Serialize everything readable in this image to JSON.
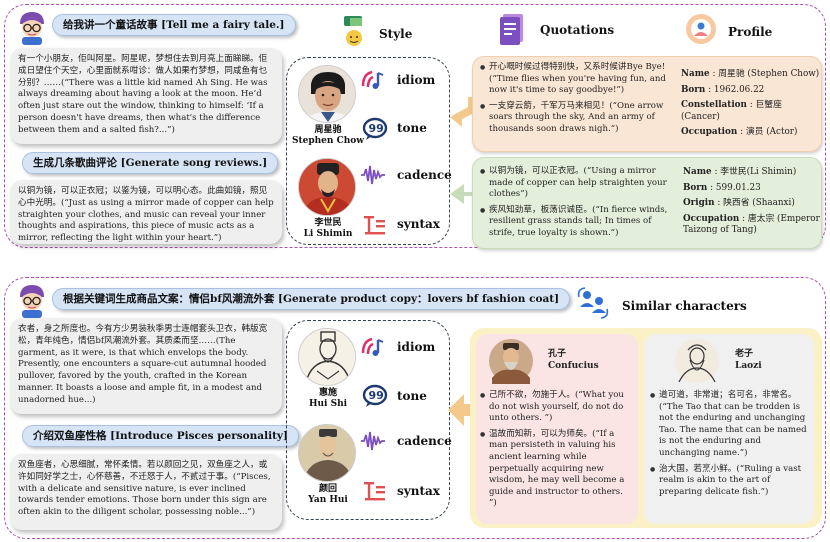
{
  "top": {
    "request1": "给我讲一个童话故事 [Tell me a fairy tale.]",
    "response1": "有一个小朋友，佢叫阿星。阿星呢，梦想住去到月亮上面睇睇。佢成日望住个天空，心里面就系咁诊：做人如果冇梦想，同咸鱼有乜分别？……(“There was a little kid named Ah Sing. He was always dreaming about having a look at the moon. He’d often just stare out the window, thinking to himself: ‘If a person doesn't have dreams, then what's the difference between them and a salted fish?...”)",
    "request2": "生成几条歌曲评论 [Generate song reviews.]",
    "response2": "以铜为镜，可以正衣冠；以鉴为镜，可以明心态。此曲如镜，照见心中光明。(“Just as using a mirror made of copper can help straighten your clothes, and music can reveal your inner thoughts and aspirations, this piece of music acts as a mirror, reflecting the light within your heart.”)",
    "person1": {
      "zh": "周星驰",
      "en": "Stephen Chow"
    },
    "person2": {
      "zh": "李世民",
      "en": "Li Shimin"
    },
    "features": {
      "idiom": "idiom",
      "tone": "tone",
      "cadence": "cadence",
      "syntax": "syntax"
    },
    "headers": {
      "style": "Style",
      "quotations": "Quotations",
      "profile": "Profile"
    },
    "quotes_chow": [
      "开心嘅时候过得特别快，又系时候讲Bye Bye! (“Time flies when you're having fun, and now it's time to say goodbye!”)",
      "一支穿云箭，千军万马来相见！(“One arrow soars through the sky, And an army of thousands soon draws nigh.”)"
    ],
    "profile_chow": [
      {
        "k": "Name",
        "v": "周星驰 (Stephen Chow)"
      },
      {
        "k": "Born",
        "v": "1962.06.22"
      },
      {
        "k": "Constellation",
        "v": "巨蟹座 (Cancer)"
      },
      {
        "k": "Occupation",
        "v": "演员 (Actor)"
      }
    ],
    "quotes_li": [
      "以铜为镜，可以正衣冠。(“Using a mirror made of copper can help straighten your clothes”)",
      "疾风知劲草，板荡识诚臣。(“In fierce winds, resilient grass stands tall; In times of strife, true loyalty is shown.”)"
    ],
    "profile_li": [
      {
        "k": "Name",
        "v": "李世民(Li Shimin)"
      },
      {
        "k": "Born",
        "v": "599.01.23"
      },
      {
        "k": "Origin",
        "v": "陕西省 (Shaanxi)"
      },
      {
        "k": "Occupation",
        "v": "唐太宗 (Emperor Taizong of Tang)"
      }
    ]
  },
  "bottom": {
    "request1": "根据关键词生成商品文案：情侣bf风潮流外套 [Generate product copy：lovers bf fashion coat]",
    "response1": "衣者，身之所度也。今有方少男装秋季男士连帽套头卫衣，韩版宽松，青年纯色，情侣bf风潮流外套。其质柔而坚……(The garment, as it were, is that which envelops the body. Presently, one encounters a square-cut autumnal hooded pullover, favored by the youth, crafted in the Korean manner. It boasts a loose and ample fit, in a modest and unadorned hue...)",
    "request2": "介绍双鱼座性格 [Introduce Pisces personality]",
    "response2": "双鱼座者，心思细腻，常怀柔情。若以颜回之见，双鱼座之人，或许如同好学之士，心怀慈善，不迁怒于人，不贰过于事。(“Pisces, with a delicate and sensitive nature, is ever inclined towards tender emotions. Those born under this sign are often akin to the diligent scholar, possessing noble...”)",
    "person1": {
      "zh": "惠施",
      "en": "Hui Shi"
    },
    "person2": {
      "zh": "颜回",
      "en": "Yan Hui"
    },
    "features": {
      "idiom": "idiom",
      "tone": "tone",
      "cadence": "cadence",
      "syntax": "syntax"
    },
    "similar_header": "Similar characters",
    "confucius": {
      "zh": "孔子",
      "en": "Confucius",
      "quotes": [
        "己所不欲，勿施于人。(“What you do not wish yourself, do not do unto others. ”)",
        "温故而知新，可以为师矣。(“If a man persisteth in valuing his ancient learning while perpetually acquiring new wisdom, he may well become a guide and instructor to others. ”)"
      ]
    },
    "laozi": {
      "zh": "老子",
      "en": "Laozi",
      "quotes": [
        "道可道，非常道；名可名，非常名。(“The Tao that can be trodden is not the enduring and unchanging Tao. The name that can be named is not the enduring and unchanging name.”)",
        "治大国，若烹小鲜。(“Ruling a vast realm is akin to the art of preparing delicate fish.”)"
      ]
    }
  },
  "colors": {
    "accent": "#b04fb0",
    "arrow": "#f4c98c",
    "pill": "#d6e4f6",
    "idiom": "#e0306a",
    "tone": "#1e3a6e",
    "cadence": "#7b4fbf",
    "syntax": "#e05050"
  }
}
